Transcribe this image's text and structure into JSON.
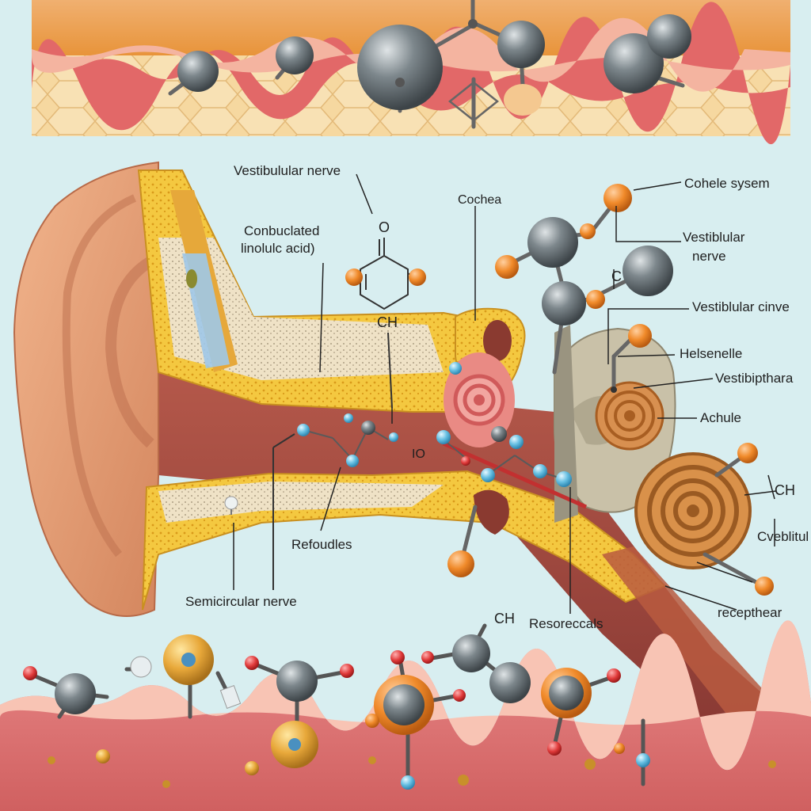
{
  "labels": {
    "vestibular_nerve_top": "Vestibulular nerve",
    "conbuclated_1": "Conbuclated",
    "conbuclated_2": "linolulc acid)",
    "chem_o": "O",
    "chem_ch_center": "CH",
    "cochea": "Cochea",
    "cohele_system": "Cohele sysem",
    "vestibular_nerve_right_1": "Vestiblular",
    "vestibular_nerve_right_2": "nerve",
    "chem_c_right": "C",
    "vestibular_cinve": "Vestiblular cinve",
    "helsenelle": "Helsenelle",
    "vestibipthara": "Vestibipthara",
    "achule": "Achule",
    "chem_ch_right": "CH",
    "evebliul": "Cveblitul",
    "refoudes": "Refoudles",
    "semicircular_nerve": "Semicircular nerve",
    "io": "IO",
    "resoreccals": "Resoreccals",
    "chem_ch_bottom": "CH",
    "recepthear": "recepthear"
  },
  "colors": {
    "background": "#d8eef0",
    "skin": "#e8a27c",
    "bone": "#f2c84a",
    "tissue_pink": "#e88a8a",
    "atom_gray": "#6b7378",
    "atom_orange": "#ee8a2a",
    "atom_red": "#e24a4a",
    "atom_blue": "#6ac0e0",
    "cochlea_tan": "#d9914a"
  },
  "icons": [
    "ear-illustration",
    "molecule-icon",
    "cochlea-spiral",
    "benzene-ring"
  ]
}
